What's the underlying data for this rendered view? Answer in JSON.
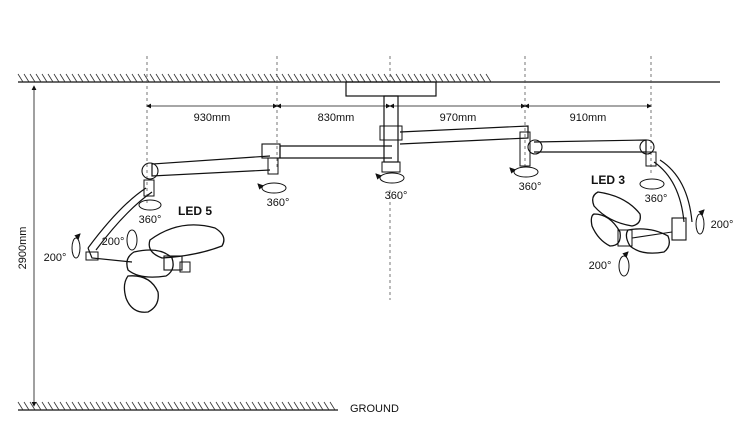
{
  "dimensions": {
    "span_1": "930mm",
    "span_2": "830mm",
    "span_3": "970mm",
    "span_4": "910mm",
    "height": "2900mm"
  },
  "rotations": {
    "left_joint_1": "360°",
    "left_joint_2": "360°",
    "center_joint": "360°",
    "right_joint_1": "360°",
    "right_joint_2": "360°",
    "left_head_tilt": "200°",
    "left_head_side": "200°",
    "right_head_side": "200°",
    "right_head_bottom": "200°"
  },
  "lamps": {
    "left": "LED 5",
    "right": "LED 3"
  },
  "ground": "GROUND"
}
